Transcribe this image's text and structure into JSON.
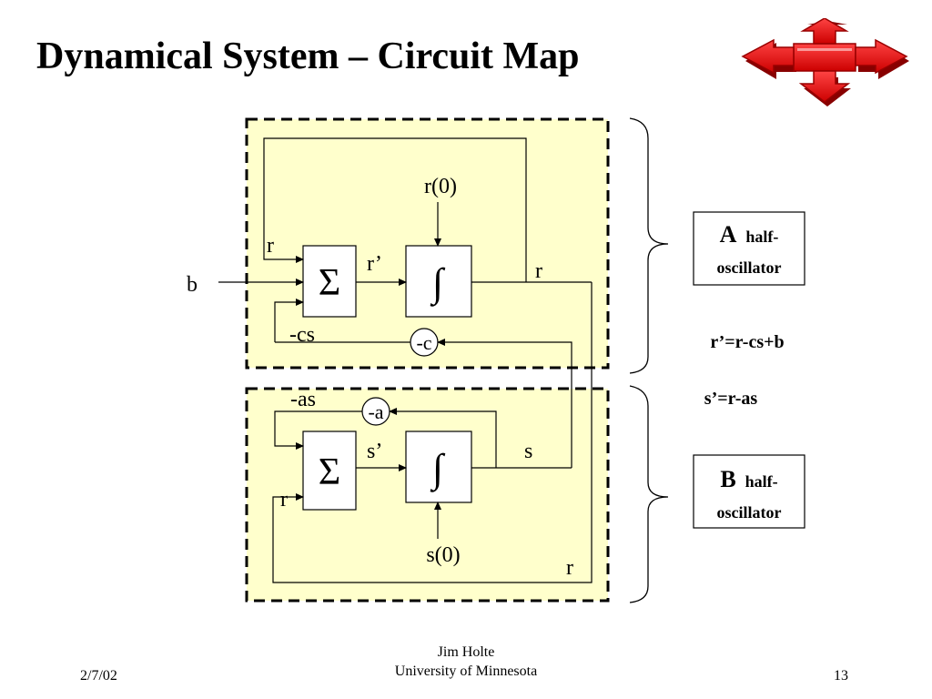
{
  "slide": {
    "title": "Dynamical System – Circuit Map",
    "nav_icon": "four-way-arrow-icon"
  },
  "diagram": {
    "box_a": {
      "input_b": "b",
      "feedback_r": "r",
      "sum_symbol": "Σ",
      "derivative": "r’",
      "integrator_symbol": "∫",
      "initial": "r(0)",
      "output": "r",
      "neg_cs": "-cs",
      "gain": "-c"
    },
    "box_b": {
      "neg_as": "-as",
      "gain": "-a",
      "sum_symbol": "Σ",
      "derivative": "s’",
      "integrator_symbol": "∫",
      "output": "s",
      "input_r": "r",
      "initial": "s(0)",
      "bottom_r": "r"
    },
    "label_a": {
      "letter": "A",
      "text1": "half-",
      "text2": "oscillator"
    },
    "label_b": {
      "letter": "B",
      "text1": "half-",
      "text2": "oscillator"
    },
    "equations": {
      "eq_r": "r’=r-cs+b",
      "eq_s": "s’=r-as"
    }
  },
  "footer": {
    "date": "2/7/02",
    "author": "Jim Holte",
    "institution": "University of Minnesota",
    "page": "13"
  },
  "colors": {
    "box_fill": "#ffffcc",
    "nav_red": "#ee1111",
    "nav_dark": "#990000"
  }
}
